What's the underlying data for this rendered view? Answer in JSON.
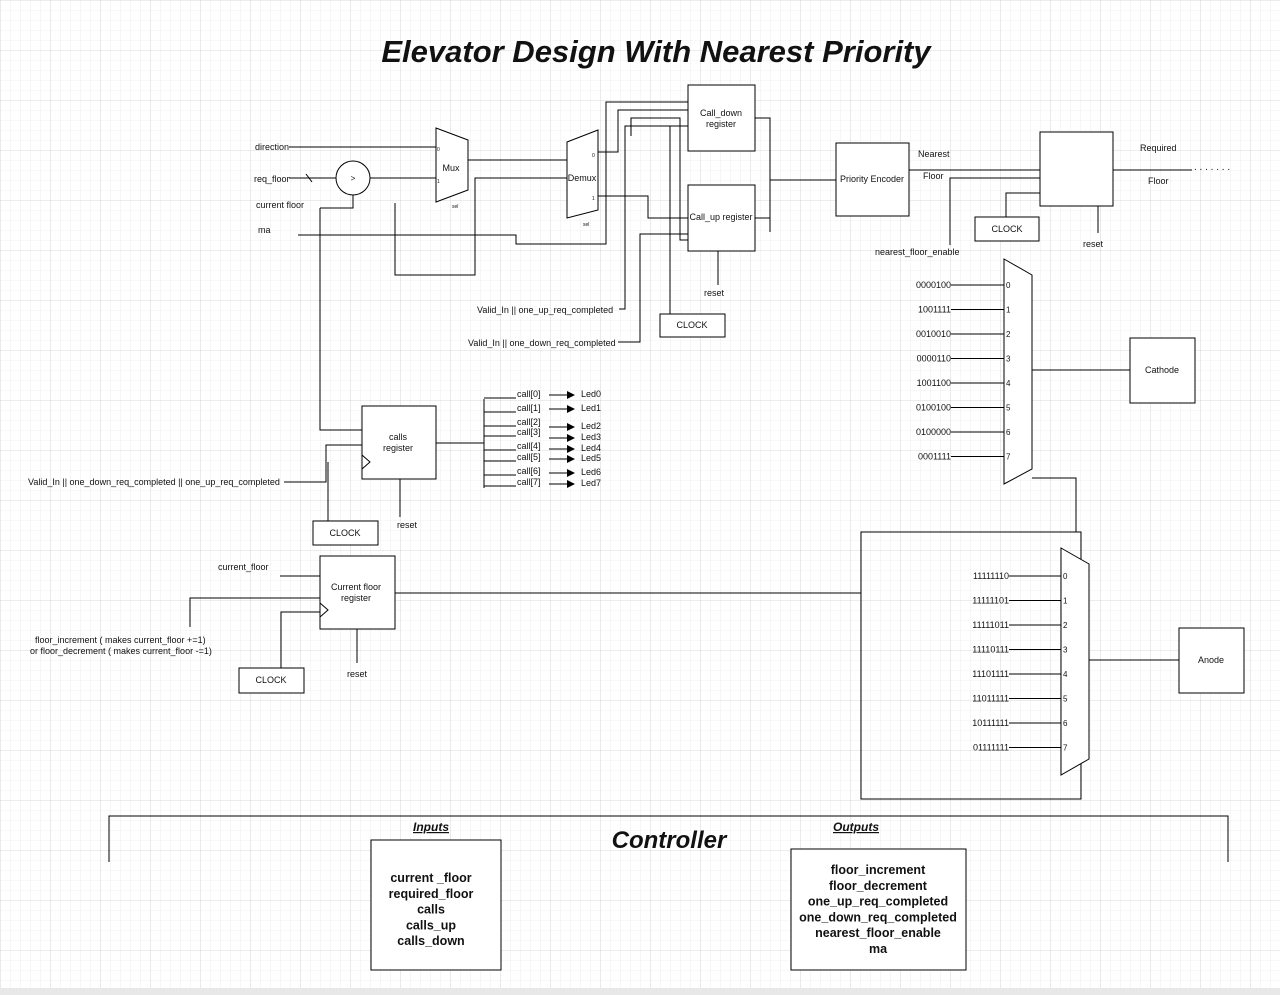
{
  "title": "Elevator Design With Nearest Priority",
  "mux": {
    "inputs": [
      "direction",
      "req_floor",
      "current floor",
      "ma"
    ],
    "comparator": ">",
    "mux_label": "Mux",
    "demux_label": "Demux"
  },
  "registers": {
    "call_down": "Call_down register",
    "call_up": "Call_up register",
    "calls": "calls register",
    "current_floor": "Current floor register",
    "priority_encoder": "Priority Encoder",
    "reset": "reset",
    "clock": "CLOCK"
  },
  "signals": {
    "valid_up": "Valid_In || one_up_req_completed",
    "valid_down": "Valid_In || one_down_req_completed",
    "valid_calls": "Valid_In || one_down_req_completed || one_up_req_completed",
    "nearest": "Nearest",
    "floor": "Floor",
    "required": "Required",
    "required_floor": "Floor",
    "dots": ". . . . . . .",
    "nearest_floor_enable": "nearest_floor_enable",
    "current_floor_in": "current_floor",
    "floor_inc": "floor_increment ( makes current_floor +=1)",
    "floor_dec": "or floor_decrement ( makes current_floor -=1)"
  },
  "calls": [
    "call[0]",
    "call[1]",
    "call[2]",
    "call[3]",
    "call[4]",
    "call[5]",
    "call[6]",
    "call[7]"
  ],
  "leds": [
    "Led0",
    "Led1",
    "Led2",
    "Led3",
    "Led4",
    "Led5",
    "Led6",
    "Led7"
  ],
  "cathode": {
    "codes": [
      "0000100",
      "1001111",
      "0010010",
      "0000110",
      "1001100",
      "0100100",
      "0100000",
      "0001111"
    ],
    "selects": [
      "0",
      "1",
      "2",
      "3",
      "4",
      "5",
      "6",
      "7"
    ],
    "output": "Cathode"
  },
  "anode": {
    "codes": [
      "11111110",
      "11111101",
      "11111011",
      "11110111",
      "11101111",
      "11011111",
      "10111111",
      "01111111"
    ],
    "selects": [
      "0",
      "1",
      "2",
      "3",
      "4",
      "5",
      "6",
      "7"
    ],
    "output": "Anode"
  },
  "controller": {
    "title": "Controller",
    "inputs_heading": "Inputs",
    "inputs": [
      "current _floor",
      "required_floor",
      "calls",
      "calls_up",
      "calls_down"
    ],
    "outputs_heading": "Outputs",
    "outputs": [
      "floor_increment",
      "floor_decrement",
      "one_up_req_completed",
      "one_down_req_completed",
      "nearest_floor_enable",
      "ma"
    ]
  }
}
